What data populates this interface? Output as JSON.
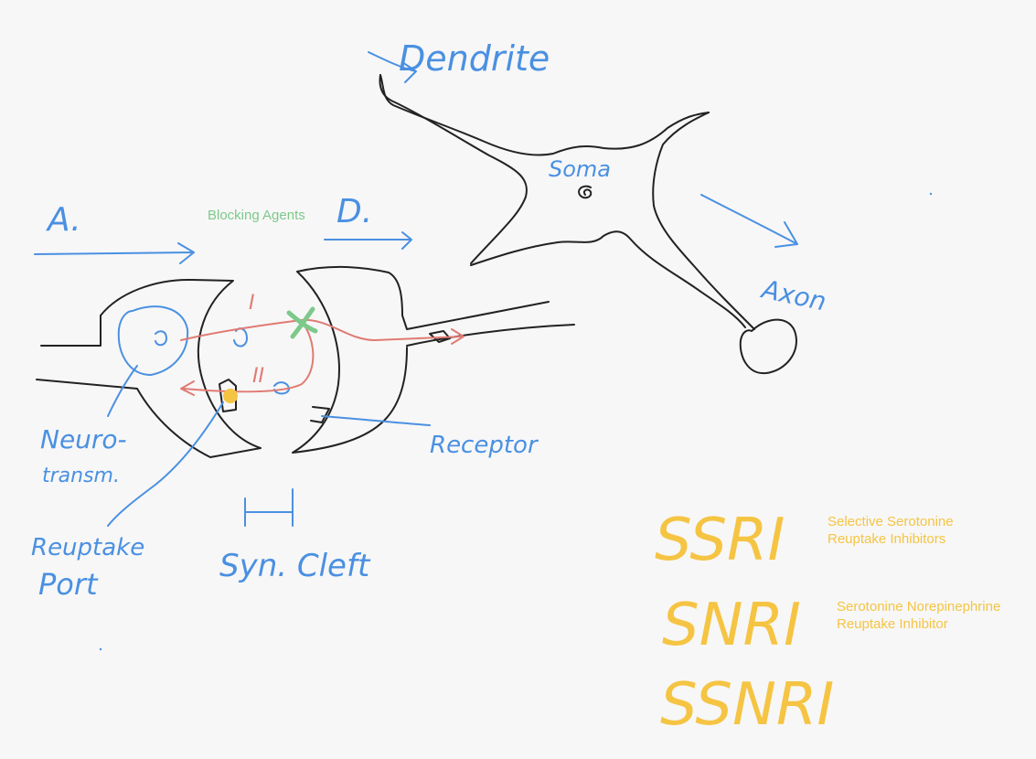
{
  "colors": {
    "background": "#f7f7f7",
    "black_ink": "#222222",
    "blue_ink": "#4a90e2",
    "red_ink": "#e07b73",
    "green_ink": "#7cc98a",
    "yellow_ink": "#f5c443"
  },
  "labels": {
    "dendrite": "Dendrite",
    "soma": "Soma",
    "axon": "Axon",
    "a_label": "A.",
    "d_label": "D.",
    "blocking_agents": "Blocking Agents",
    "roman_one": "I",
    "roman_two": "II",
    "neurotransmitter_line1": "Neuro-",
    "neurotransmitter_line2": "transm.",
    "reuptake_line1": "Reuptake",
    "reuptake_line2": "Port",
    "syn_cleft": "Syn. Cleft",
    "receptor": "Receptor"
  },
  "drug_classes": [
    {
      "abbr": "SSRI",
      "desc_line1": "Selective Serotonine",
      "desc_line2": "Reuptake Inhibitors"
    },
    {
      "abbr": "SNRI",
      "desc_line1": "Serotonine Norepinephrine",
      "desc_line2": "Reuptake Inhibitor"
    },
    {
      "abbr": "SSNRI",
      "desc_line1": "",
      "desc_line2": ""
    }
  ]
}
